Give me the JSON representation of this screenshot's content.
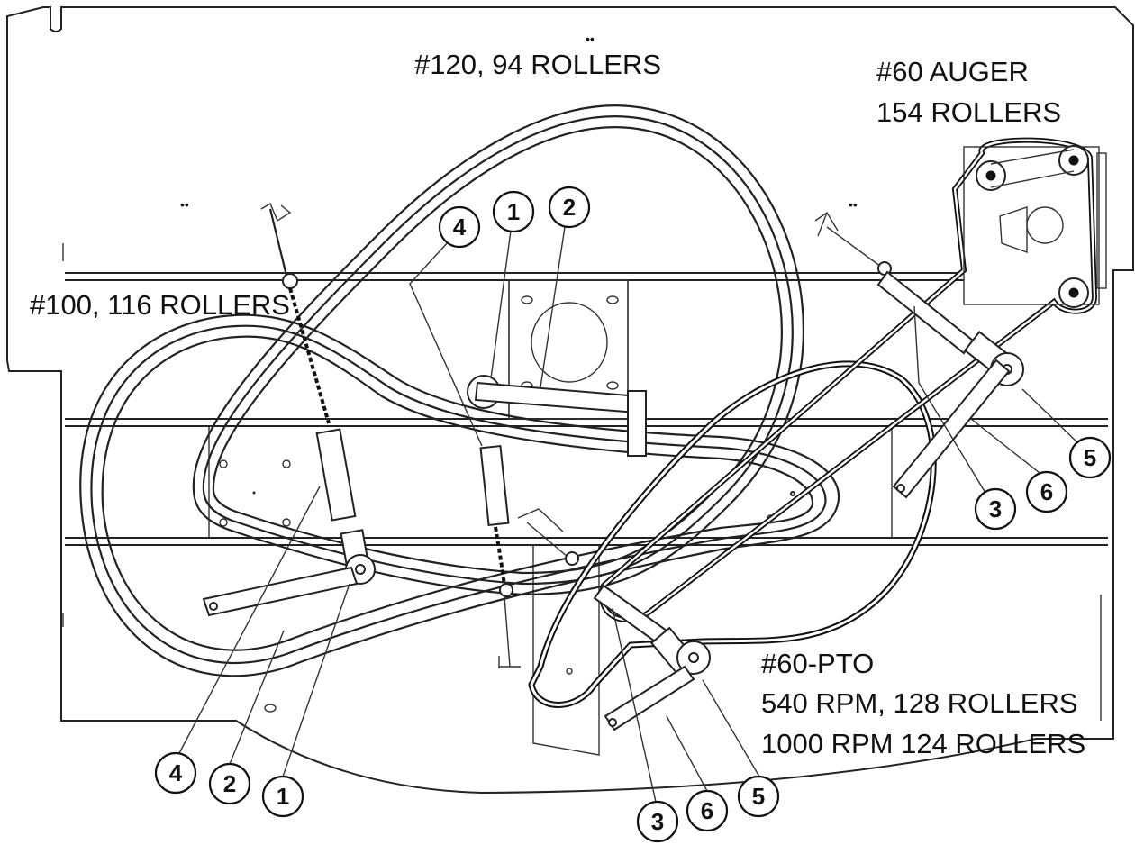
{
  "chains": {
    "chain_120": "#120, 94 ROLLERS",
    "chain_auger_line1": "#60 AUGER",
    "chain_auger_line2": "154 ROLLERS",
    "chain_100": "#100, 116 ROLLERS",
    "chain_pto_line1": "#60-PTO",
    "chain_pto_line2": "540 RPM, 128 ROLLERS",
    "chain_pto_line3": "1000 RPM 124 ROLLERS"
  },
  "callouts": {
    "c_4_top": "4",
    "c_1_top": "1",
    "c_2_top": "2",
    "c_5_right": "5",
    "c_6_right": "6",
    "c_3_right": "3",
    "c_4_bottom": "4",
    "c_2_bottom": "2",
    "c_1_bottom": "1",
    "c_3_bottom": "3",
    "c_6_bottom": "6",
    "c_5_bottom": "5"
  }
}
